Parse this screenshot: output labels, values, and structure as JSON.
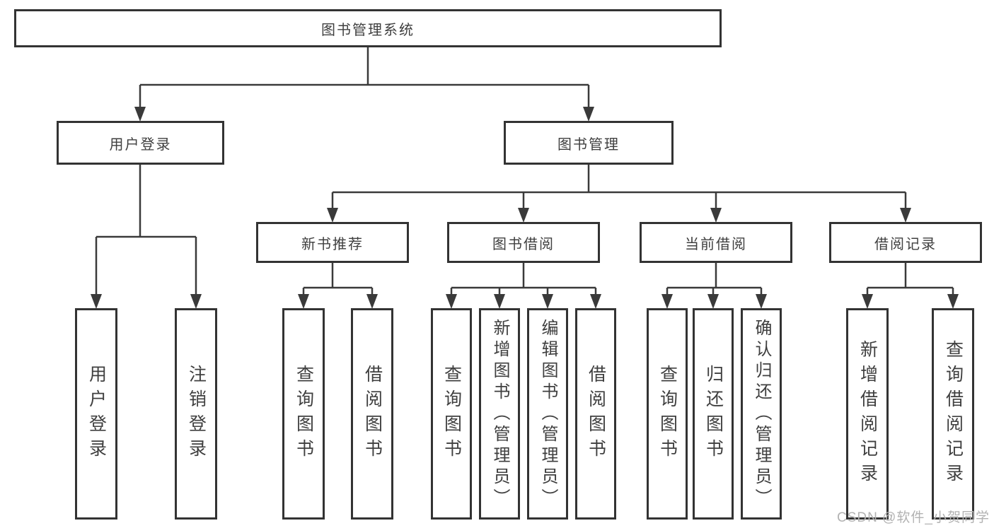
{
  "title": "图书管理系统",
  "watermark": "CSDN @软件_小贺同学",
  "colors": {
    "line": "#3a3a3a",
    "box_border": "#333333",
    "box_background": "#ffffff",
    "text": "#3f3f3f",
    "watermark": "#b2b2b2"
  },
  "nodes": {
    "root": {
      "label": "图书管理系统"
    },
    "user_login": {
      "label": "用户登录"
    },
    "book_mgmt": {
      "label": "图书管理"
    },
    "new_book_rec": {
      "label": "新书推荐"
    },
    "book_borrow": {
      "label": "图书借阅"
    },
    "current_borrow": {
      "label": "当前借阅"
    },
    "borrow_record": {
      "label": "借阅记录"
    },
    "leaf_user_login": {
      "label": "用户登录"
    },
    "leaf_logout": {
      "label": "注销登录"
    },
    "leaf_rec_query": {
      "label": "查询图书"
    },
    "leaf_rec_borrow": {
      "label": "借阅图书"
    },
    "leaf_bb_query": {
      "label": "查询图书"
    },
    "leaf_bb_add": {
      "label": "新增图书（管理员）"
    },
    "leaf_bb_edit": {
      "label": "编辑图书（管理员）"
    },
    "leaf_bb_borrow": {
      "label": "借阅图书"
    },
    "leaf_cb_query": {
      "label": "查询图书"
    },
    "leaf_cb_return": {
      "label": "归还图书"
    },
    "leaf_cb_confirm": {
      "label": "确认归还（管理员）"
    },
    "leaf_br_add": {
      "label": "新增借阅记录"
    },
    "leaf_br_query": {
      "label": "查询借阅记录"
    }
  }
}
